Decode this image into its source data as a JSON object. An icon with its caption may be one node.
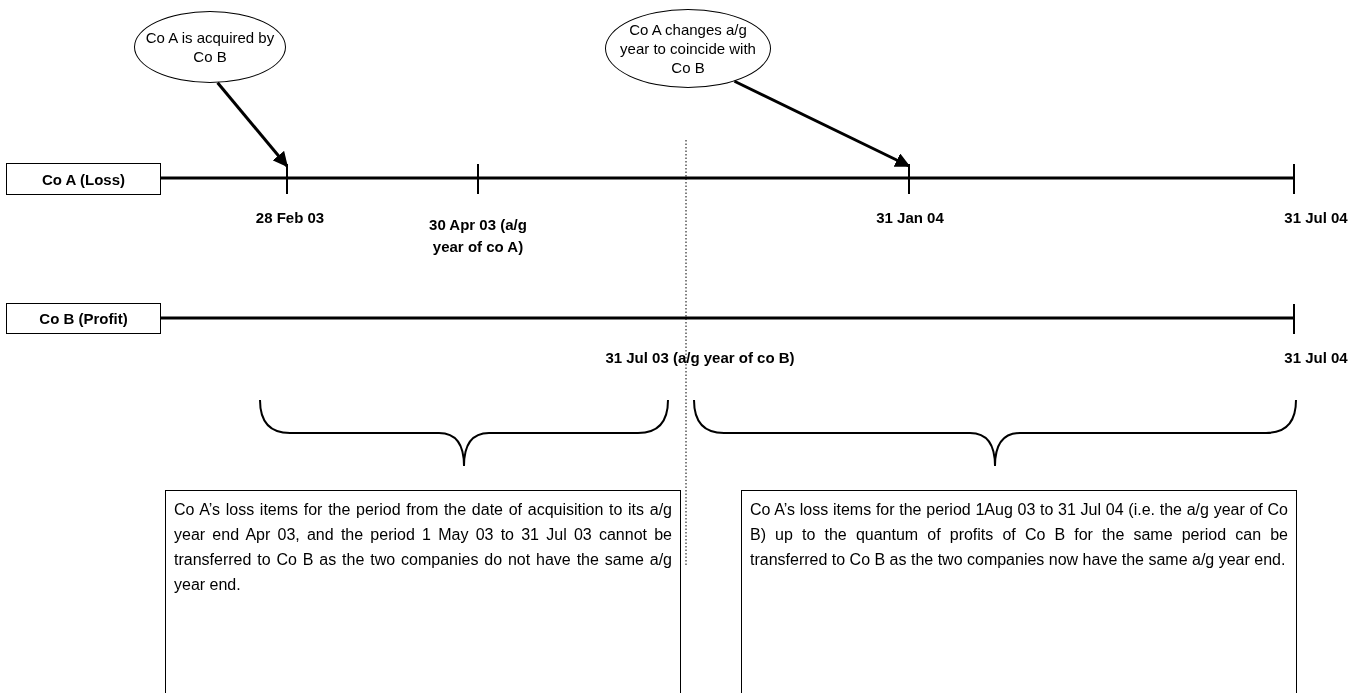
{
  "diagram": {
    "nodes": [
      {
        "text": [
          "Co A is acquired by Co B"
        ]
      },
      {
        "text": [
          "Co A changes a/g year to coincide with Co B"
        ]
      },
      {
        "text": [
          "Co A (Loss)"
        ]
      },
      {
        "text": [
          "Co B (Profit)"
        ]
      },
      {
        "text": [],
        "shape": "bar",
        "beside": [
          "28 Feb 03"
        ]
      },
      {
        "text": [],
        "shape": "bar",
        "beside": [
          "31 Jan 04"
        ]
      },
      {
        "text": [
          "Co A’s loss items for the period from the date of acquisition to its a/g year end Apr 03, and the period 1 May 03 to 31 Jul 03 cannot be transferred to Co B as the two companies do not have the same a/g year end."
        ]
      },
      {
        "text": [
          "Co A’s loss items for the period 1Aug 03 to 31 Jul 04 (i.e. the a/g year of Co B) up to the quantum of profits of Co B for the same period can be transferred to Co B as the two companies now have the same a/g year end."
        ]
      }
    ],
    "edges": [
      {
        "from": 0,
        "to": 4,
        "arrow": "to"
      },
      {
        "from": 1,
        "to": 5,
        "arrow": "to"
      }
    ],
    "labels": [
      "30 Apr 03 (a/g year of co A)",
      "31 Jul 04",
      "31 Jul 03 (a/g year of co B)",
      "31 Jul 04"
    ]
  }
}
